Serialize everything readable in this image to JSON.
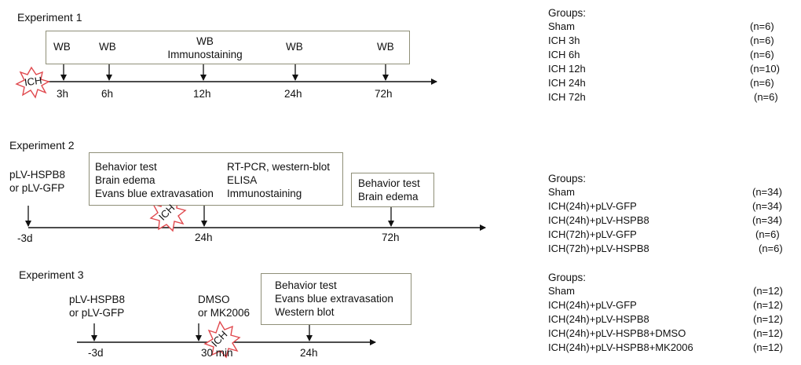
{
  "colors": {
    "line": "#111111",
    "box_border": "#8f8f78",
    "burst_stroke": "#e0484d",
    "burst_fill": "#ffffff"
  },
  "experiment1": {
    "title": "Experiment 1",
    "box_labels": [
      "WB",
      "WB",
      "WB\nImmunostaining",
      "WB",
      "WB"
    ],
    "ich": "ICH",
    "ticks": [
      "3h",
      "6h",
      "12h",
      "24h",
      "72h"
    ]
  },
  "groups1": {
    "heading": "Groups:",
    "rows": [
      {
        "name": "Sham",
        "n": "(n=6)"
      },
      {
        "name": "ICH 3h",
        "n": "(n=6)"
      },
      {
        "name": "ICH 6h",
        "n": "(n=6)"
      },
      {
        "name": "ICH 12h",
        "n": "(n=10)"
      },
      {
        "name": "ICH 24h",
        "n": "(n=6)"
      },
      {
        "name": "ICH 72h",
        "n": "(n=6)"
      }
    ]
  },
  "experiment2": {
    "title": "Experiment 2",
    "injection": "pLV-HSPB8\nor pLV-GFP",
    "box1_left": "Behavior test\nBrain edema\nEvans blue extravasation",
    "box1_right": "RT-PCR, western-blot\nELISA\nImmunostaining",
    "box2": "Behavior test\nBrain edema",
    "ich": "ICH",
    "ticks": [
      "-3d",
      "24h",
      "72h"
    ]
  },
  "groups2": {
    "heading": "Groups:",
    "rows": [
      {
        "name": "Sham",
        "n": "(n=34)"
      },
      {
        "name": "ICH(24h)+pLV-GFP",
        "n": "(n=34)"
      },
      {
        "name": "ICH(24h)+pLV-HSPB8",
        "n": "(n=34)"
      },
      {
        "name": "ICH(72h)+pLV-GFP",
        "n": "(n=6)"
      },
      {
        "name": "ICH(72h)+pLV-HSPB8",
        "n": "(n=6)"
      }
    ]
  },
  "experiment3": {
    "title": "Experiment 3",
    "injection": "pLV-HSPB8\nor pLV-GFP",
    "treatment": "DMSO\nor MK2006",
    "box": "Behavior test\nEvans blue extravasation\nWestern blot",
    "ich": "ICH",
    "ticks": [
      "-3d",
      "30 min",
      "24h"
    ]
  },
  "groups3": {
    "heading": "Groups:",
    "rows": [
      {
        "name": "Sham",
        "n": "(n=12)"
      },
      {
        "name": "ICH(24h)+pLV-GFP",
        "n": "(n=12)"
      },
      {
        "name": "ICH(24h)+pLV-HSPB8",
        "n": "(n=12)"
      },
      {
        "name": "ICH(24h)+pLV-HSPB8+DMSO",
        "n": "(n=12)"
      },
      {
        "name": "ICH(24h)+pLV-HSPB8+MK2006",
        "n": "(n=12)"
      }
    ]
  }
}
